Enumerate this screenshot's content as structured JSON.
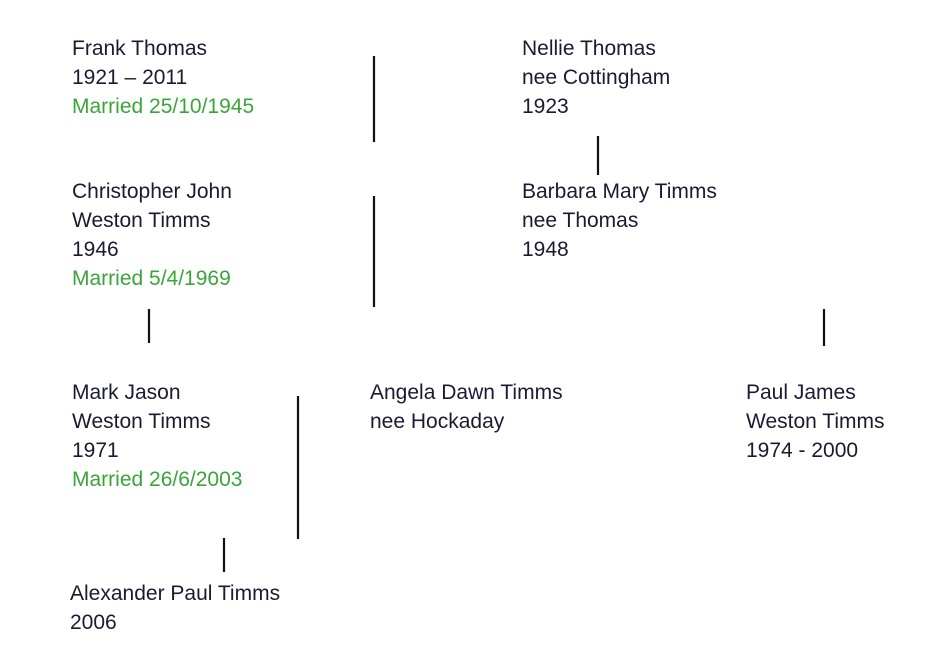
{
  "people": {
    "frank": {
      "name": "Frank Thomas",
      "dates": "1921 – 2011",
      "married": "Married 25/10/1945"
    },
    "nellie": {
      "name": "Nellie Thomas",
      "nee": "nee Cottingham",
      "dates": "1923"
    },
    "christopher": {
      "name_line1": "Christopher John",
      "name_line2": "Weston Timms",
      "dates": "1946",
      "married": "Married 5/4/1969"
    },
    "barbara": {
      "name": "Barbara Mary Timms",
      "nee": "nee Thomas",
      "dates": "1948"
    },
    "mark": {
      "name_line1": "Mark Jason",
      "name_line2": "Weston Timms",
      "dates": "1971",
      "married": "Married 26/6/2003"
    },
    "angela": {
      "name": "Angela Dawn Timms",
      "nee": "nee Hockaday"
    },
    "paul": {
      "name_line1": "Paul James",
      "name_line2": "Weston Timms",
      "dates": "1974 - 2000"
    },
    "alexander": {
      "name": "Alexander Paul Timms",
      "dates": "2006"
    }
  },
  "colors": {
    "name_text": "#1a1a33",
    "married_text": "#3aa53a",
    "connector_dash_1": "#c8a45a",
    "connector_dash_2": "#3a3a8a",
    "connector_solid": "#111111"
  }
}
